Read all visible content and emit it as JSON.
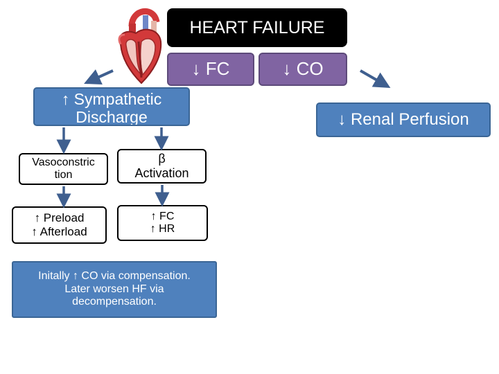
{
  "title": "HEART FAILURE",
  "fc": "↓ FC",
  "co": "↓ CO",
  "sympathetic": {
    "line1": "↑ Sympathetic",
    "line2": "Discharge"
  },
  "renal": "↓ Renal Perfusion",
  "vasoconstriction": {
    "line1": "Vasoconstric",
    "line2": "tion"
  },
  "beta": {
    "line1": "β",
    "line2": "Activation"
  },
  "preload": {
    "line1": "↑ Preload",
    "line2": "↑ Afterload"
  },
  "fc_hr": {
    "line1": "↑ FC",
    "line2": "↑ HR"
  },
  "compensation": {
    "line1": "Initally ↑ CO via compensation.",
    "line2": "Later worsen HF via",
    "line3": "decompensation."
  },
  "colors": {
    "title_bg": "#000000",
    "purple": "#8064a2",
    "blue": "#4f81bd",
    "arrow": "#3f5f8f",
    "heart_red": "#d2393a"
  }
}
